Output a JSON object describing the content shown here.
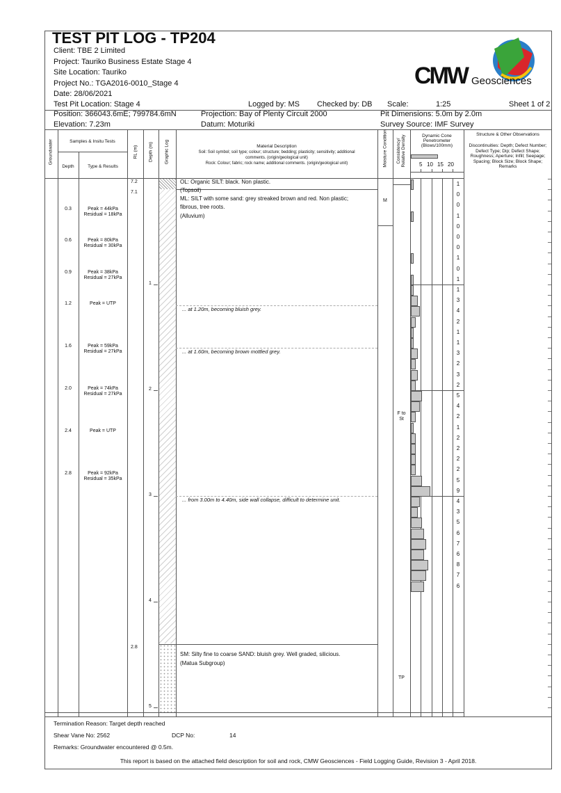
{
  "header": {
    "title": "TEST PIT LOG - TP204",
    "client": "Client: TBE 2 Limited",
    "project": "Project: Tauriko Business Estate Stage 4",
    "site": "Site Location: Tauriko",
    "project_no": "Project No.: TGA2016-0010_Stage 4",
    "date": "Date: 28/06/2021",
    "location": "Test Pit Location: Stage 4",
    "logged_by": "Logged by: MS",
    "checked_by": "Checked by: DB",
    "scale_label": "Scale:",
    "scale": "1:25",
    "sheet": "Sheet 1 of 2",
    "position": "Position:  366043.6mE;  799784.6mN",
    "projection": "Projection:  Bay of Plenty Circuit 2000",
    "pit_dimensions": "Pit Dimensions: 5.0m by 2.0m",
    "elevation": "Elevation: 7.23m",
    "datum": "Datum:  Moturiki",
    "survey_source": "Survey Source:  IMF Survey",
    "logo_text": "CMW",
    "logo_sub": "Geosciences"
  },
  "columns": {
    "groundwater": "Groundwater",
    "samples": "Samples & Insitu Tests",
    "depth": "Depth",
    "type": "Type & Results",
    "rl": "RL (m)",
    "depth_m": "Depth (m)",
    "graphic": "Graphic Log",
    "material_title": "Material Description",
    "material_soil": "Soil: Soil symbol; soil type; colour; structure; bedding; plasticity; sensitivity; additional",
    "material_soil2": "comments. (origin/geological unit)",
    "material_rock": "Rock: Colour; fabric; rock name; additional comments. (origin/geological unit)",
    "moisture": "Moisture Condition",
    "consistency": "Consistency/ Relative Density",
    "dcp_title": "Dynamic Cone",
    "dcp_title2": "Penetrometer",
    "dcp_title3": "(Blows/100mm)",
    "dcp_scale": [
      "5",
      "10",
      "15",
      "20"
    ],
    "structure_title": "Structure & Other Observations",
    "structure_desc": "Discontinuities: Depth; Defect Number; Defect Type; Dip; Defect Shape; Roughness; Aperture; Infill; Seepage; Spacing; Block Size; Block Shape; Remarks"
  },
  "samples": [
    {
      "depth": "0.3",
      "result": "Peak = 44kPa",
      "result2": "Residual = 18kPa",
      "d": 0.3
    },
    {
      "depth": "0.6",
      "result": "Peak = 80kPa",
      "result2": "Residual = 30kPa",
      "d": 0.6
    },
    {
      "depth": "0.9",
      "result": "Peak = 38kPa",
      "result2": "Residual = 27kPa",
      "d": 0.9
    },
    {
      "depth": "1.2",
      "result": "Peak = UTP",
      "result2": "",
      "d": 1.2
    },
    {
      "depth": "1.6",
      "result": "Peak = 59kPa",
      "result2": "Residual = 27kPa",
      "d": 1.6
    },
    {
      "depth": "2.0",
      "result": "Peak = 74kPa",
      "result2": "Residual = 27kPa",
      "d": 2.0
    },
    {
      "depth": "2.4",
      "result": "Peak = UTP",
      "result2": "",
      "d": 2.4
    },
    {
      "depth": "2.8",
      "result": "Peak = 92kPa",
      "result2": "Residual = 35kPa",
      "d": 2.8
    }
  ],
  "rl": [
    {
      "v": "7.2",
      "d": 0.0
    },
    {
      "v": "7.1",
      "d": 0.1
    },
    {
      "v": "2.8",
      "d": 4.4
    }
  ],
  "depth_marks": [
    "1",
    "2",
    "3",
    "4",
    "5"
  ],
  "descriptions": [
    {
      "text": "OL: Organic SILT: black. Non plastic.",
      "d": 0.0
    },
    {
      "text": "(Topsoil)",
      "d": 0.08
    },
    {
      "text": "ML: SILT with some sand: grey streaked brown and red. Non plastic;",
      "d": 0.16
    },
    {
      "text": "fibrous, tree roots.",
      "d": 0.24
    },
    {
      "text": "(Alluvium)",
      "d": 0.32
    },
    {
      "text": "SM: Silty fine to coarse SAND: bluish grey. Well graded, silicious.",
      "d": 4.47
    },
    {
      "text": "(Matua Subgroup)",
      "d": 4.55
    }
  ],
  "annotations": [
    {
      "text": "... at 1.20m, becoming bluish grey.",
      "d": 1.2
    },
    {
      "text": "... at 1.60m, becoming brown mottled grey.",
      "d": 1.6
    },
    {
      "text": "... from 3.00m to 4.40m, side wall collapse, difficult to determine unit.",
      "d": 3.0
    }
  ],
  "moisture": "M",
  "consistency": [
    {
      "text": "F to",
      "text2": "St",
      "d": 2.2
    },
    {
      "text": "TP",
      "text2": "",
      "d": 4.7
    }
  ],
  "dcp_values": [
    1,
    0,
    0,
    1,
    0,
    0,
    0,
    1,
    0,
    1,
    1,
    3,
    4,
    2,
    1,
    1,
    3,
    2,
    3,
    2,
    5,
    4,
    2,
    1,
    2,
    2,
    2,
    2,
    5,
    9,
    4,
    3,
    5,
    6,
    7,
    6,
    8,
    7,
    6
  ],
  "footer": {
    "termination": "Termination Reason:  Target depth reached",
    "shear_vane": "Shear Vane No:   2562",
    "dcp_no_label": "DCP No:",
    "dcp_no": "14",
    "remarks": "Remarks:  Groundwater encountered @ 0.5m.",
    "note": "This report is based on the attached field description for soil and rock, CMW Geosciences - Field Logging Guide, Revision 3 - April 2018."
  }
}
